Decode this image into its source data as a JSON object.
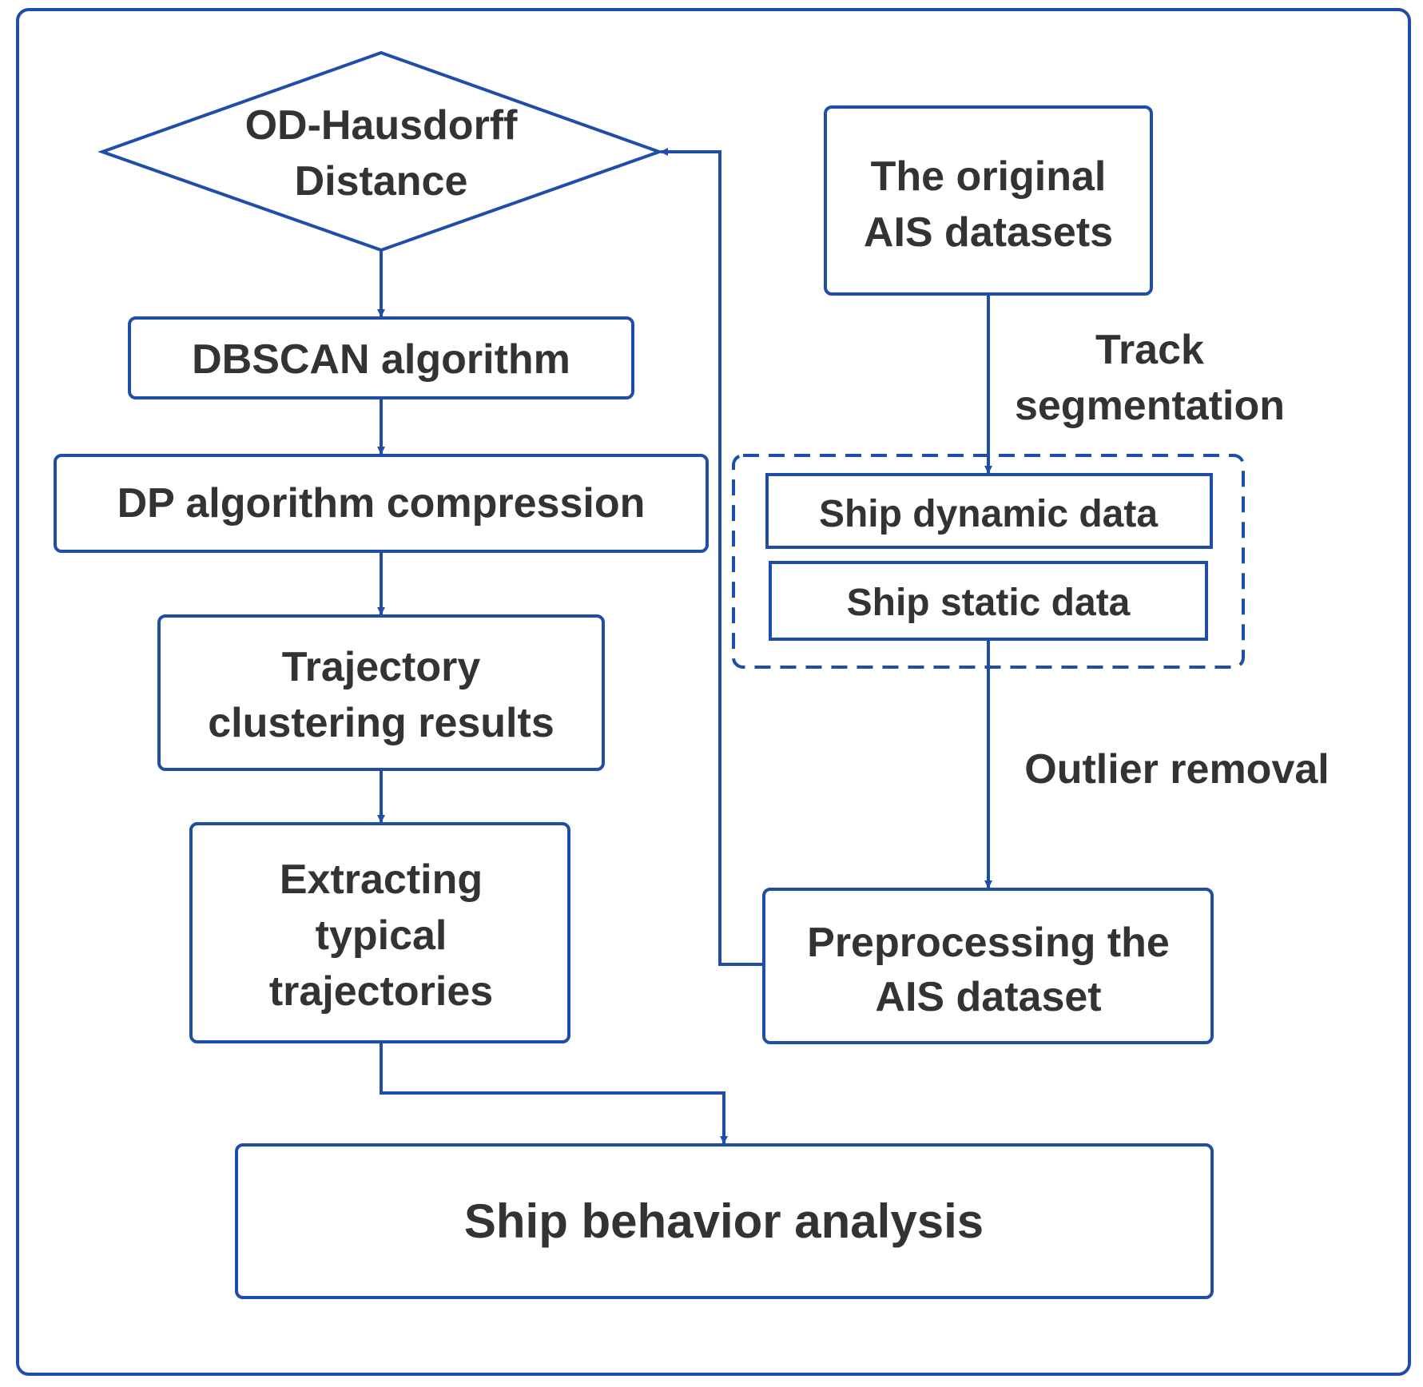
{
  "colors": {
    "stroke": "#1f4ea8",
    "text": "#333333",
    "background": "#ffffff"
  },
  "nodes": {
    "od_hausdorff": {
      "line1": "OD-Hausdorff",
      "line2": "Distance"
    },
    "dbscan": {
      "line1": "DBSCAN algorithm"
    },
    "dp_compression": {
      "line1": "DP algorithm compression"
    },
    "clustering_results": {
      "line1": "Trajectory",
      "line2": "clustering results"
    },
    "extracting": {
      "line1": "Extracting",
      "line2": "typical",
      "line3": "trajectories"
    },
    "original_ais": {
      "line1": "The original",
      "line2": "AIS datasets"
    },
    "ship_dynamic": {
      "line1": "Ship dynamic data"
    },
    "ship_static": {
      "line1": "Ship static data"
    },
    "preprocessing": {
      "line1": "Preprocessing the",
      "line2": "AIS dataset"
    },
    "ship_behavior": {
      "line1": "Ship behavior analysis"
    }
  },
  "edge_labels": {
    "track_segmentation": {
      "line1": "Track",
      "line2": "segmentation"
    },
    "outlier_removal": {
      "line1": "Outlier removal"
    }
  }
}
